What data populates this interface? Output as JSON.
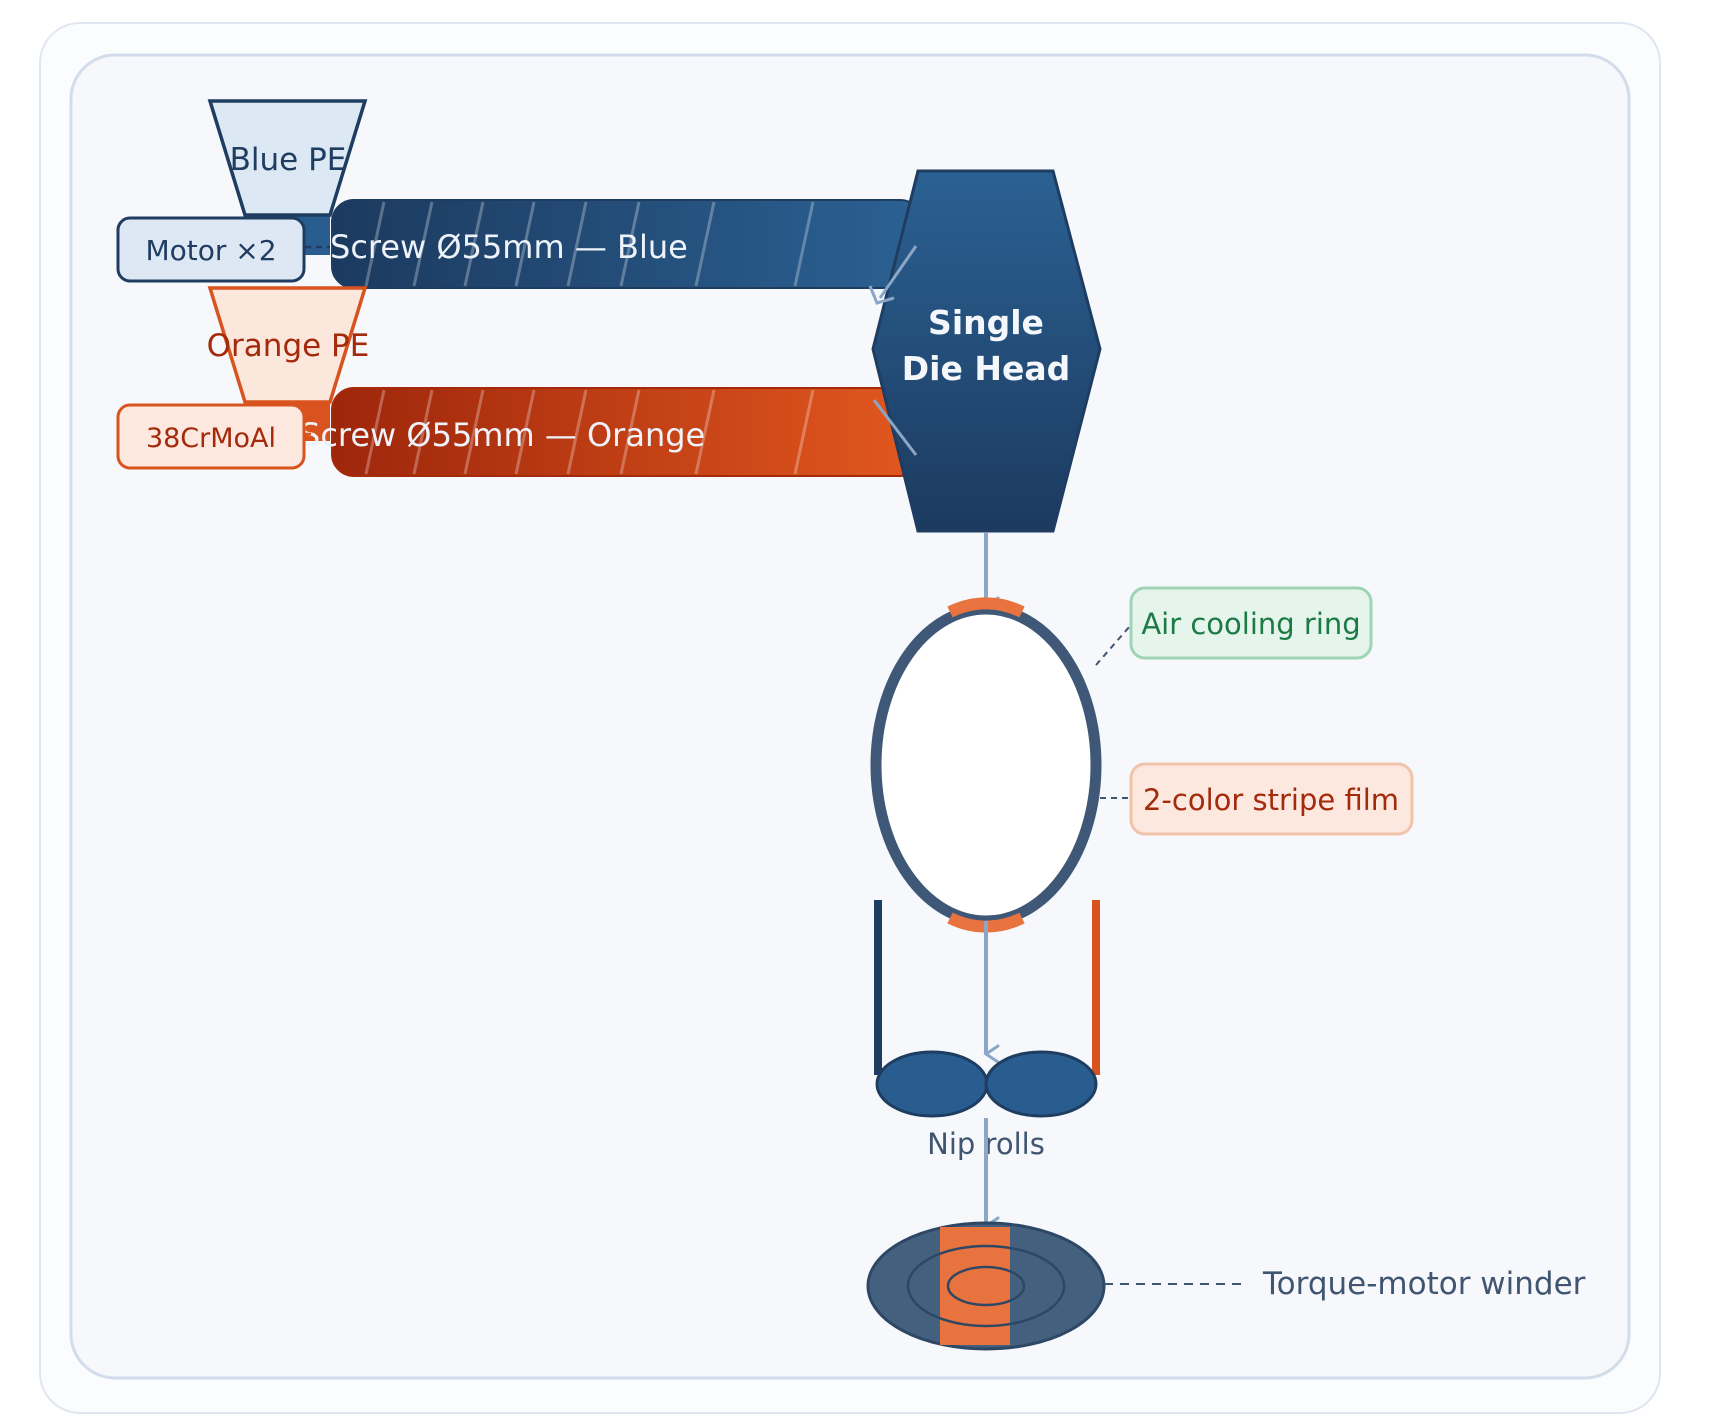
{
  "hoppers": {
    "blue": {
      "label": "Blue PE"
    },
    "orange": {
      "label": "Orange PE"
    }
  },
  "tags": {
    "motor": "Motor ×2",
    "material": "38CrMoAl"
  },
  "screws": {
    "blue": "Screw Ø55mm — Blue",
    "orange": "Screw Ø55mm — Orange"
  },
  "die_head": {
    "line1": "Single",
    "line2": "Die Head"
  },
  "callouts": {
    "cooling": "Air cooling ring",
    "film": "2-color stripe film",
    "winder": "Torque-motor winder"
  },
  "nip_label": "Nip rolls",
  "colors": {
    "blue_dark": "#1e3d60",
    "blue": "#2a5d8f",
    "orange": "#d9531e",
    "orange_dark": "#a42a0c",
    "panel_bg": "#f6f8fc",
    "panel_border": "#d3dcea",
    "arrow": "#8aa7c7",
    "green": "#1c7a45",
    "green_bg": "#e6f5ec",
    "orange_bg": "#fce8de",
    "tag_blue_bg": "#dde8f4",
    "slate": "#3f5570"
  }
}
